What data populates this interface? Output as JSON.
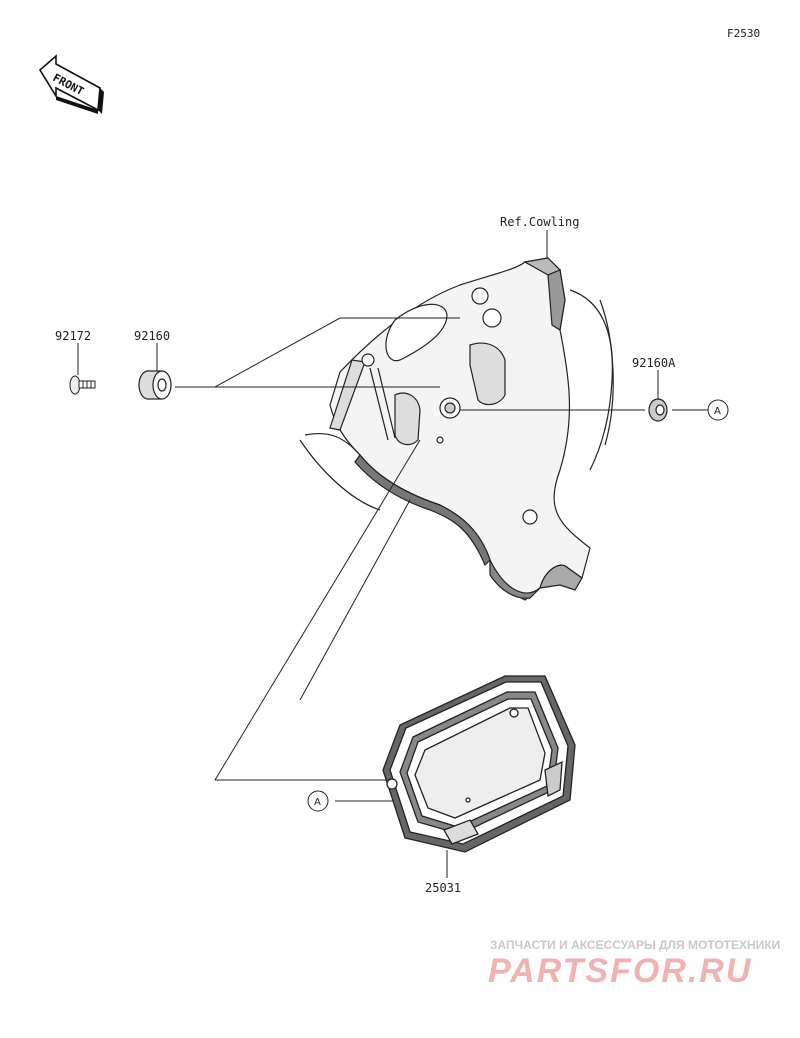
{
  "diagram_code": "F2530",
  "orientation": {
    "label": "FRONT"
  },
  "reference": {
    "label": "Ref.Cowling"
  },
  "parts": {
    "screw": {
      "number": "92172"
    },
    "grommet": {
      "number": "92160"
    },
    "damper": {
      "number": "92160A"
    },
    "meter": {
      "number": "25031"
    }
  },
  "markers": {
    "a_upper": "A",
    "a_lower": "A"
  },
  "watermark": {
    "caption": "ЗАПЧАСТИ И АКСЕССУАРЫ ДЛЯ МОТОТЕХНИКИ",
    "brand": "PARTSFOR.RU"
  }
}
